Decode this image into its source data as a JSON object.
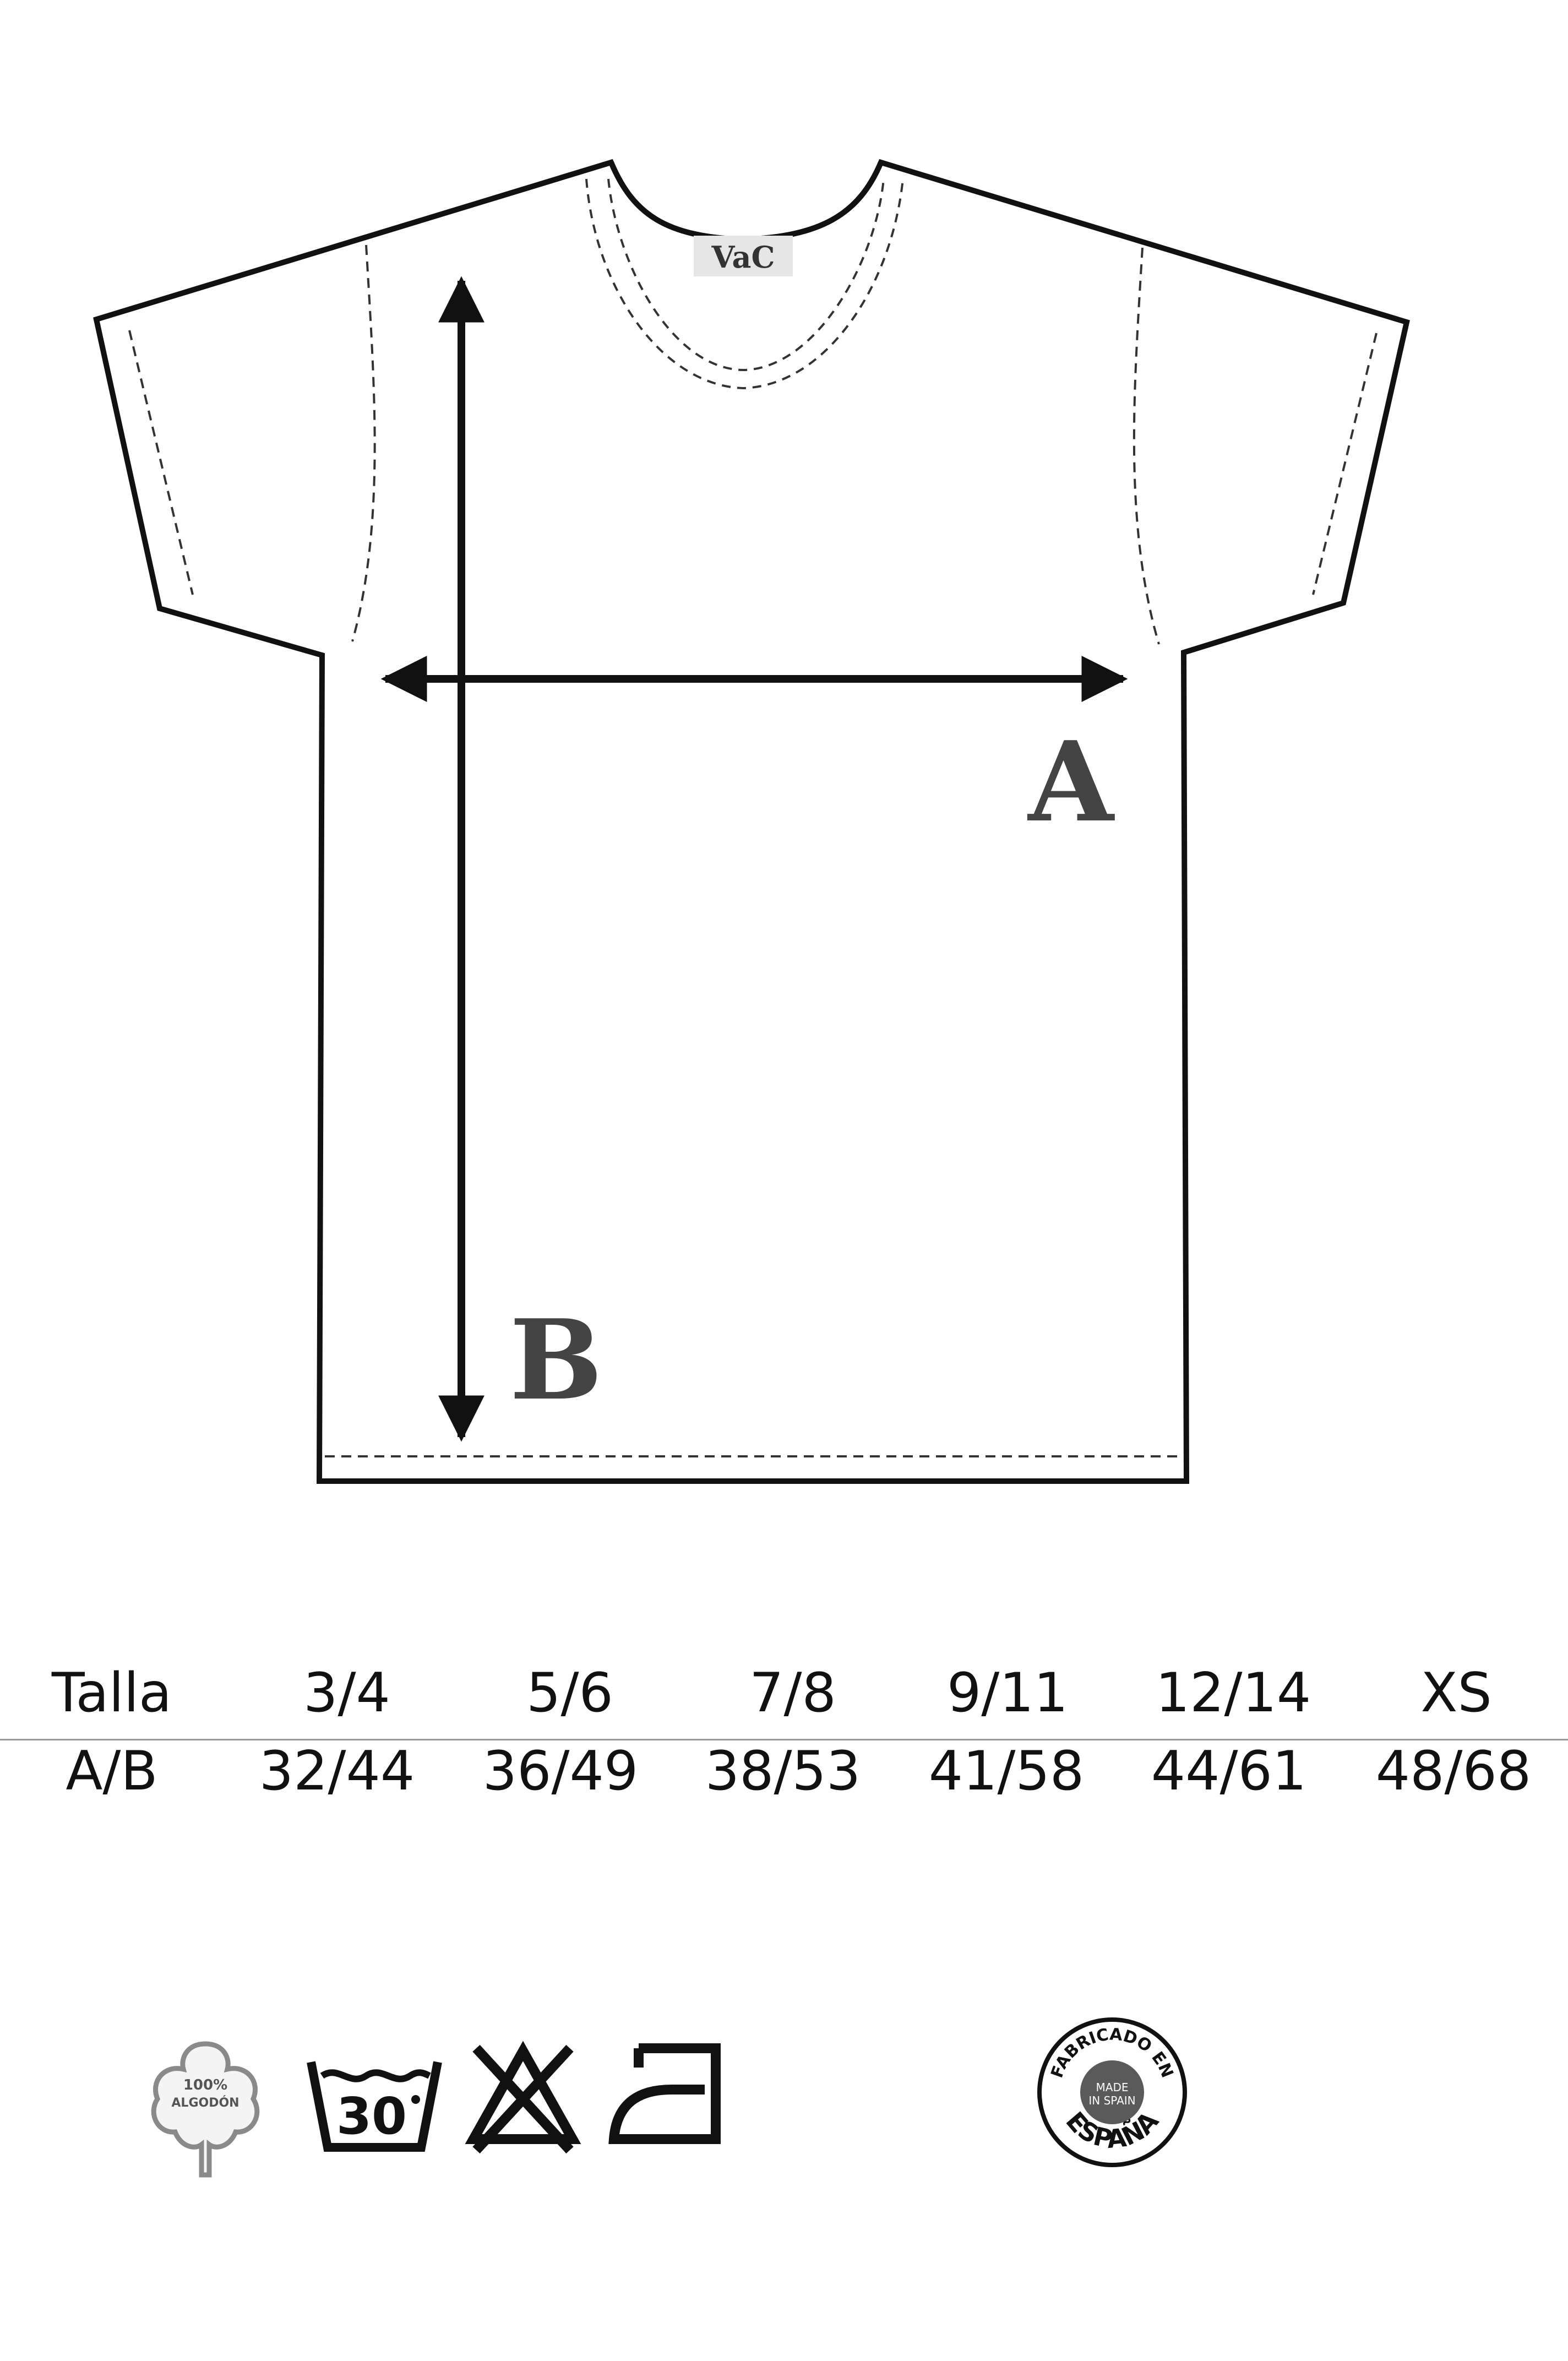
{
  "brand_label": "VaC",
  "dimension_labels": {
    "a": "A",
    "b": "B"
  },
  "size_table": {
    "header_label": "Talla",
    "row_label": "A/B",
    "sizes": [
      "3/4",
      "5/6",
      "7/8",
      "9/11",
      "12/14",
      "XS"
    ],
    "measurements": [
      "32/44",
      "36/49",
      "38/53",
      "41/58",
      "44/61",
      "48/68"
    ]
  },
  "care_icons": {
    "cotton_badge": {
      "line1": "100%",
      "line2": "ALGODÓN",
      "icon": "cotton-flower-icon"
    },
    "wash_temperature": "30",
    "wash_icon": "wash-30-icon",
    "no_bleach_icon": "no-bleach-icon",
    "iron_icon": "iron-icon"
  },
  "origin_seal": {
    "top_text": "FABRICADO EN",
    "center_line1": "MADE",
    "center_line2": "IN SPAIN",
    "bottom_text": "ESPAÑA",
    "icon": "made-in-spain-seal-icon"
  },
  "colors": {
    "outline": "#111111",
    "letters": "#444444",
    "seal": "#5a5a5a"
  }
}
